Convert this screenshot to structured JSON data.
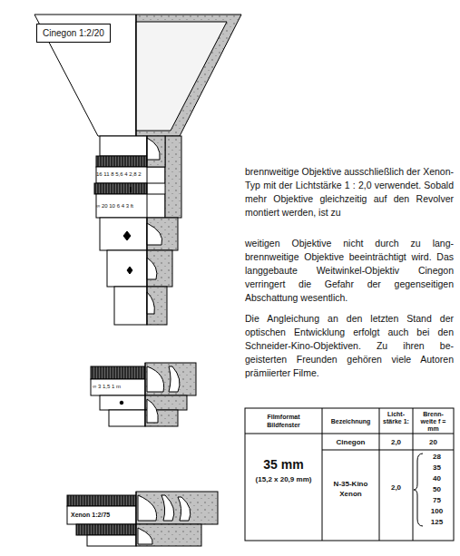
{
  "diagram": {
    "nodes": [
      {
        "text": [
          "Cinegon 1:2/20"
        ]
      }
    ],
    "labels": [
      "16 11 8 5,6 4 2,8 2",
      "∞ 20 10 6 4 3 ft",
      "∞ 3 1,5 1 m",
      "Xenon 1:2/75",
      "brennweitige Objektive ausschließlich der Xenon-Typ mit der Lichtstärke 1 : 2,0 verwendet. Sobald mehr Objektive gleichzeitig auf den Revolver montiert werden, ist zu",
      "weitigen Objektive nicht durch zu lang- brennweitige Objektive beeinträchtigt wird. Das langgebaute Weitwinkel-Objektiv Cinegon verringert die Gefahr der gegenseitigen Abschattung wesentlich.",
      "Die Angleichung an den letzten Stand der optischen Entwicklung erfolgt auch bei den Schneider-Kino-Objektiven. Zu ihren be- geisterten Freunden gehören viele Autoren prämiierter Filme.",
      "Filmformat Bildfenster",
      "Bezeichnung",
      "Licht- stärke 1:",
      "Brenn- weite f = mm",
      "35 mm",
      "(15,2 x 20,9 mm)",
      "Cinegon",
      "2,0",
      "20",
      "N-35-Kino Xenon",
      "2,0",
      "28",
      "35",
      "40",
      "50",
      "75",
      "100",
      "125"
    ]
  }
}
